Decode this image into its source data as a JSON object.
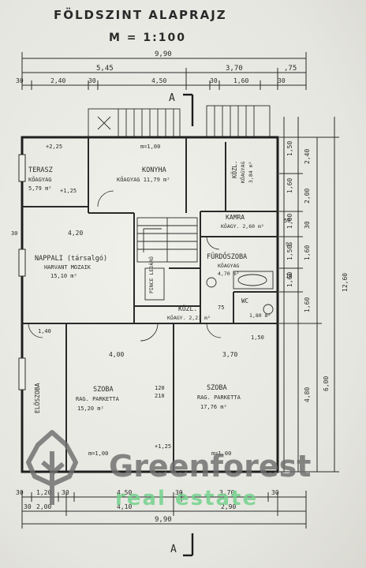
{
  "header": {
    "title": "FÖLDSZINT ALAPRAJZ",
    "scale": "M = 1:100"
  },
  "section_marks": {
    "top": "A",
    "bottom": "A"
  },
  "dims_top": {
    "total": "9,90",
    "d1": "5,45",
    "d2": "3,70",
    "d3": ",75",
    "r1": "30",
    "r2": "2,40",
    "r3": "30",
    "r4": "4,50",
    "r5": "30",
    "r6": "1,60",
    "r7": "30"
  },
  "dims_bottom": {
    "b1": "30",
    "b2": "1,20",
    "b3": "30",
    "b4": "4,50",
    "b5": "30",
    "b6": "3,70",
    "b7": "30",
    "c1": "30",
    "c2": "2,00",
    "c3": "4,10",
    "c4": "2,90",
    "total": "9,90"
  },
  "dims_right": {
    "r1": "1,50",
    "r2": "1,60",
    "r3": "2,40",
    "r4": "2,00",
    "r5": "1,00",
    "r6": "30",
    "r7": "1,50",
    "r8": "1,60",
    "r9": "1,60",
    "r10": "1,60",
    "r11": "4,80",
    "r12": "6,00",
    "r13": "12,60"
  },
  "rooms": {
    "terrace": {
      "name": "TERASZ",
      "floor": "KŐAGYAG",
      "area": "5,79 m²"
    },
    "kitchen": {
      "name": "KONYHA",
      "floor": "KŐAGYAG 11,79 m²"
    },
    "corridor_top": {
      "name": "KÖZL.",
      "floor": "KŐAGYAG",
      "area": "3,84 m²"
    },
    "pantry": {
      "name": "KAMRA",
      "floor": "KŐAGY. 2,60 m²"
    },
    "living": {
      "name": "NAPPALI (társalgó)",
      "floor": "HARVANT MOZAIK",
      "area": "15,10 m²"
    },
    "bathroom": {
      "name": "FÜRDŐSZOBA",
      "floor": "KŐAGYAG",
      "area": "4,70 m²"
    },
    "wc": {
      "name": "WC",
      "area": "1,80 m²"
    },
    "corridor_mid": {
      "name": "KÖZL.",
      "floor": "KŐAGY. 2,21 m²"
    },
    "pince": {
      "name": "PINCE LEJÁRÓ"
    },
    "entry": {
      "name": "ELŐSZOBA"
    },
    "room1": {
      "name": "SZOBA",
      "floor": "RAG. PARKETTA",
      "area": "15,20 m²"
    },
    "room2": {
      "name": "SZOBA",
      "floor": "RAG. PARKETTA",
      "area": "17,76 m²"
    }
  },
  "inner_dims": {
    "kitchen_w": "m=1,00",
    "living_w": "4,20",
    "room_w": "4,00",
    "room2_w": "3,70",
    "mix1": "1,40",
    "mix2": "1,50",
    "terr1": "+2,25",
    "terr2": "+1,25",
    "door1": "120",
    "door2": "210",
    "h1": "+1,25",
    "h2": "m=1,00",
    "h3": "m=1,00",
    "wall": "30",
    "small1": "50",
    "small2": "90",
    "small3": "10",
    "small4": "75"
  },
  "watermark": {
    "brand": "Greenforest",
    "sub": "real estate"
  },
  "colors": {
    "ink": "#2a2a2a",
    "paper": "#eeeee8",
    "wm_gray": "#6e6e6e",
    "wm_green": "#6fd28a"
  }
}
